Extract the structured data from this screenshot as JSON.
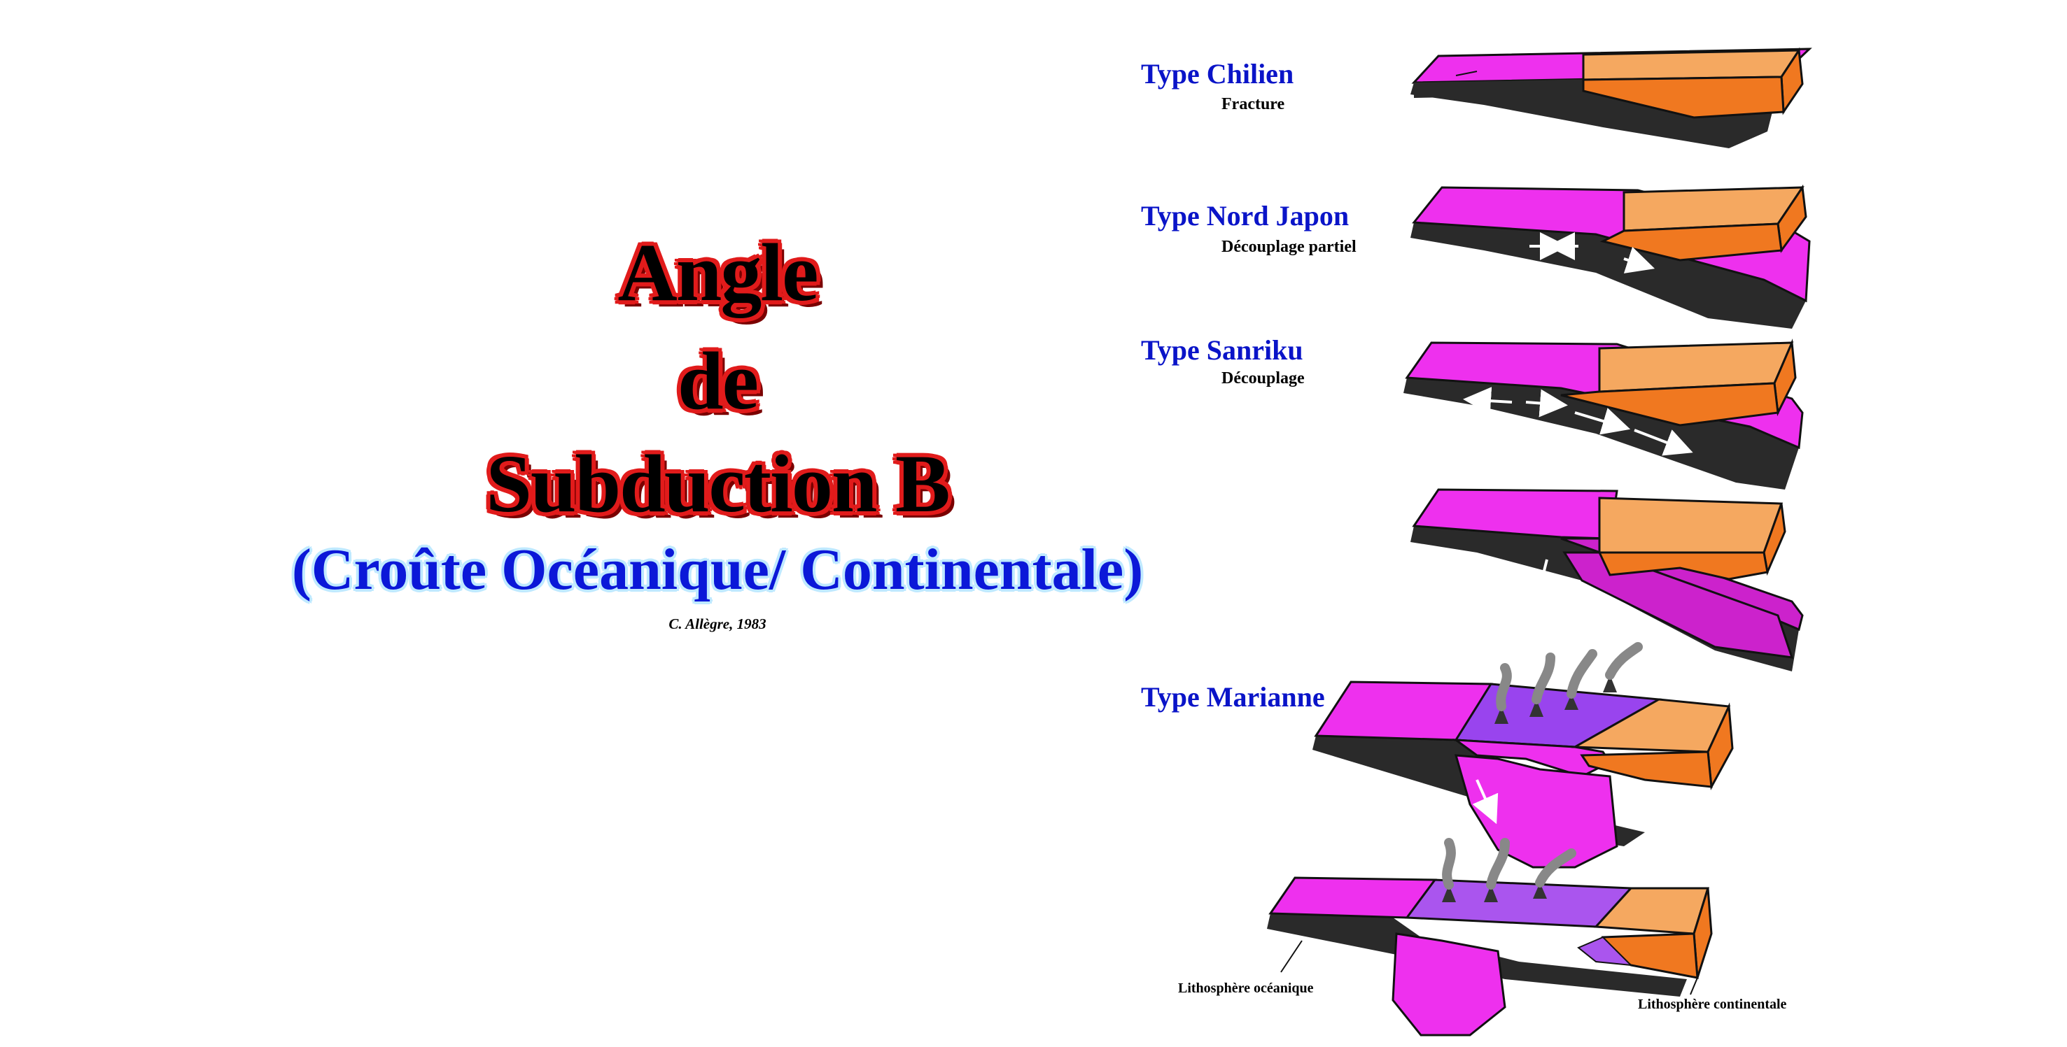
{
  "title": {
    "line1": "Angle",
    "line2": "de",
    "line3": "Subduction B",
    "subtitle": "(Croûte Océanique/ Continentale)",
    "credit": "C. Allègre, 1983"
  },
  "panels": [
    {
      "type": "Type Chilien",
      "sub": "Fracture"
    },
    {
      "type": "Type Nord Japon",
      "sub": "Découplage partiel"
    },
    {
      "type": "Type Sanriku",
      "sub": "Découplage"
    },
    {
      "type": "",
      "sub": ""
    },
    {
      "type": "Type Marianne",
      "sub": ""
    },
    {
      "type": "",
      "sub": ""
    }
  ],
  "bottom_labels": {
    "oceanic": "Lithosphère océanique",
    "continental": "Lithosphère continentale"
  },
  "colors": {
    "title_fill": "#000000",
    "title_outline": "#e11b1b",
    "subtitle_fill": "#0b18d8",
    "type_label": "#0a14c8",
    "oceanic_plate": "#ee30ee",
    "oceanic_slab": "#cc22cc",
    "back_arc": "#9944ee",
    "continental_top": "#f5a860",
    "continental_side": "#f07820",
    "plate_underside": "#2a2a2a"
  }
}
